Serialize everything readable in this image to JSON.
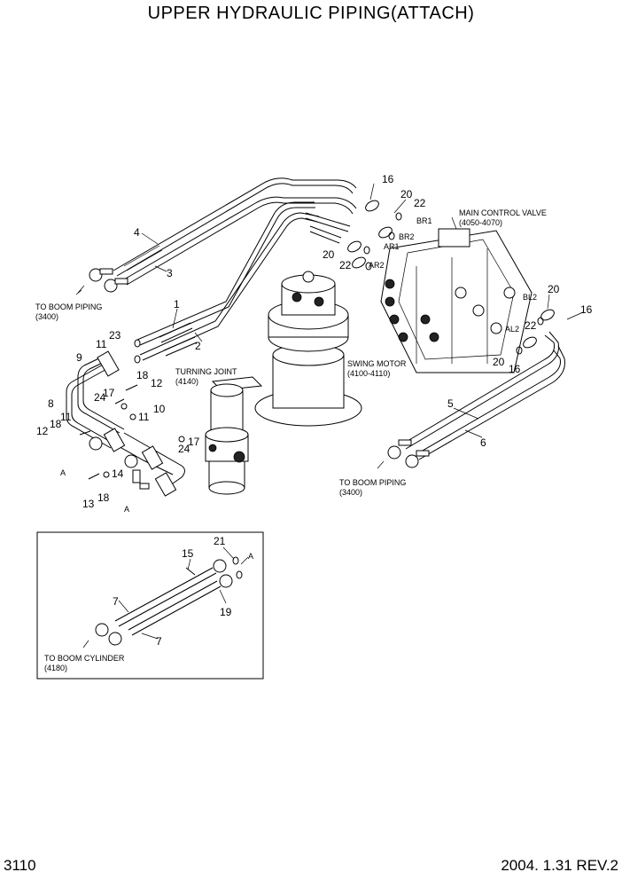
{
  "title": "UPPER HYDRAULIC PIPING(ATTACH)",
  "page_number": "3110",
  "revision": "2004. 1.31 REV.2",
  "labels": {
    "main_control_valve": "MAIN CONTROL VALVE",
    "main_control_valve_ref": "(4050-4070)",
    "swing_motor": "SWING MOTOR",
    "swing_motor_ref": "(4100-4110)",
    "turning_joint": "TURNING JOINT",
    "turning_joint_ref": "(4140)",
    "to_boom_piping_left": "TO BOOM PIPING",
    "to_boom_piping_left_ref": "(3400)",
    "to_boom_piping_right": "TO BOOM PIPING",
    "to_boom_piping_right_ref": "(3400)",
    "to_boom_cylinder": "TO BOOM CYLINDER",
    "to_boom_cylinder_ref": "(4180)",
    "port_br1": "BR1",
    "port_br2": "BR2",
    "port_ar1": "AR1",
    "port_ar2": "AR2",
    "port_bl2": "BL2",
    "port_al2": "AL2",
    "view_a_1": "A",
    "view_a_2": "A",
    "view_a_3": "A"
  },
  "callouts": {
    "c1": "1",
    "c2": "2",
    "c3": "3",
    "c4": "4",
    "c5": "5",
    "c6": "6",
    "c7a": "7",
    "c7b": "7",
    "c8": "8",
    "c9": "9",
    "c10": "10",
    "c11a": "11",
    "c11b": "11",
    "c11c": "11",
    "c12a": "12",
    "c12b": "12",
    "c13": "13",
    "c14": "14",
    "c15": "15",
    "c16a": "16",
    "c16b": "16",
    "c16c": "16",
    "c17a": "17",
    "c17b": "17",
    "c18a": "18",
    "c18b": "18",
    "c18c": "18",
    "c19": "19",
    "c20a": "20",
    "c20b": "20",
    "c20c": "20",
    "c20d": "20",
    "c21": "21",
    "c22a": "22",
    "c22b": "22",
    "c22c": "22",
    "c23": "23",
    "c24a": "24",
    "c24b": "24"
  }
}
